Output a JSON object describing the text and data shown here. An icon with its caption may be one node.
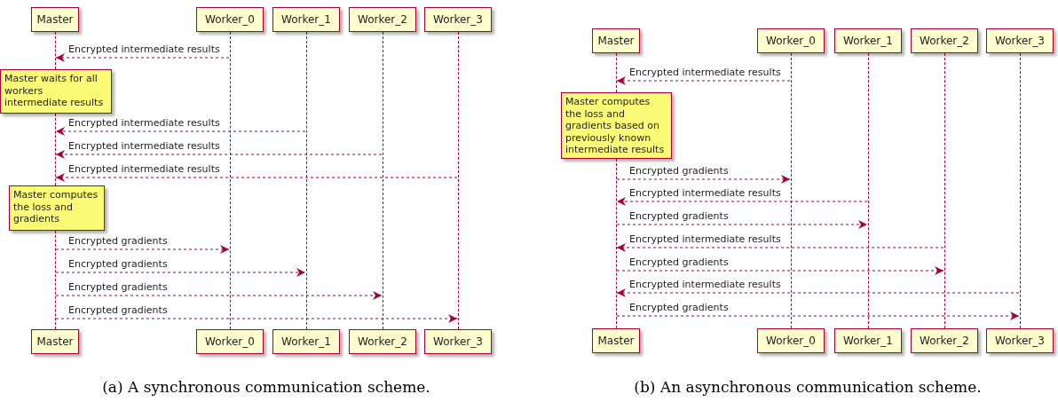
{
  "diagram": {
    "nodes": [
      {
        "text": [
          "Master"
        ]
      },
      {
        "text": [
          "Worker_0"
        ]
      },
      {
        "text": [
          "Worker_1"
        ]
      },
      {
        "text": [
          "Worker_2"
        ]
      },
      {
        "text": [
          "Worker_3"
        ]
      },
      {
        "text": [],
        "shape": "line"
      },
      {
        "text": [],
        "shape": "line"
      },
      {
        "text": [],
        "shape": "line"
      },
      {
        "text": [],
        "shape": "line"
      },
      {
        "text": [],
        "shape": "line"
      },
      {
        "text": [
          "Master waits for all workers intermediate results"
        ]
      },
      {
        "text": [],
        "shape": "line"
      },
      {
        "text": [
          "Master computes the loss and gradients"
        ]
      },
      {
        "text": [],
        "shape": "line"
      },
      {
        "text": [
          "Master"
        ]
      },
      {
        "text": [
          "Worker_0"
        ]
      },
      {
        "text": [
          "Worker_1"
        ]
      },
      {
        "text": [
          "Worker_2"
        ]
      },
      {
        "text": [
          "Worker_3"
        ]
      },
      {
        "text": [
          "Master"
        ]
      },
      {
        "text": [
          "Worker_0"
        ]
      },
      {
        "text": [
          "Worker_1"
        ]
      },
      {
        "text": [
          "Worker_2"
        ]
      },
      {
        "text": [
          "Worker_3"
        ]
      },
      {
        "text": [],
        "shape": "line"
      },
      {
        "text": [],
        "shape": "line"
      },
      {
        "text": [],
        "shape": "line"
      },
      {
        "text": [],
        "shape": "line"
      },
      {
        "text": [],
        "shape": "line"
      },
      {
        "text": [
          "Master computes the loss and gradients based on previously known intermediate results"
        ]
      },
      {
        "text": [],
        "shape": "line"
      },
      {
        "text": [
          "Master"
        ]
      },
      {
        "text": [
          "Worker_0"
        ]
      },
      {
        "text": [
          "Worker_1"
        ]
      },
      {
        "text": [
          "Worker_2"
        ]
      },
      {
        "text": [
          "Worker_3"
        ]
      }
    ],
    "edges": [
      {
        "from": 6,
        "to": 5,
        "arrow": "to",
        "style": "dashed",
        "label": "Encrypted intermediate results"
      },
      {
        "from": 7,
        "to": 11,
        "arrow": "to",
        "style": "dashed",
        "label": "Encrypted intermediate results"
      },
      {
        "from": 8,
        "to": 11,
        "arrow": "to",
        "style": "dashed",
        "label": "Encrypted intermediate results"
      },
      {
        "from": 9,
        "to": 11,
        "arrow": "to",
        "style": "dashed",
        "label": "Encrypted intermediate results"
      },
      {
        "from": 13,
        "to": 6,
        "arrow": "to",
        "style": "dashed",
        "label": "Encrypted gradients"
      },
      {
        "from": 13,
        "to": 7,
        "arrow": "to",
        "style": "dashed",
        "label": "Encrypted gradients"
      },
      {
        "from": 13,
        "to": 8,
        "arrow": "to",
        "style": "dashed",
        "label": "Encrypted gradients"
      },
      {
        "from": 13,
        "to": 9,
        "arrow": "to",
        "style": "dashed",
        "label": "Encrypted gradients"
      },
      {
        "from": 25,
        "to": 24,
        "arrow": "to",
        "style": "dashed",
        "label": "Encrypted intermediate results"
      },
      {
        "from": 30,
        "to": 25,
        "arrow": "to",
        "style": "dashed",
        "label": "Encrypted gradients"
      },
      {
        "from": 26,
        "to": 30,
        "arrow": "to",
        "style": "dashed",
        "label": "Encrypted intermediate results"
      },
      {
        "from": 30,
        "to": 26,
        "arrow": "to",
        "style": "dashed",
        "label": "Encrypted gradients"
      },
      {
        "from": 27,
        "to": 30,
        "arrow": "to",
        "style": "dashed",
        "label": "Encrypted intermediate results"
      },
      {
        "from": 30,
        "to": 27,
        "arrow": "to",
        "style": "dashed",
        "label": "Encrypted gradients"
      },
      {
        "from": 28,
        "to": 30,
        "arrow": "to",
        "style": "dashed",
        "label": "Encrypted intermediate results"
      },
      {
        "from": 30,
        "to": 28,
        "arrow": "to",
        "style": "dashed",
        "label": "Encrypted gradients"
      }
    ],
    "labels": [
      "(a) A synchronous communication scheme.",
      "(b) An asynchronous communication scheme."
    ]
  }
}
